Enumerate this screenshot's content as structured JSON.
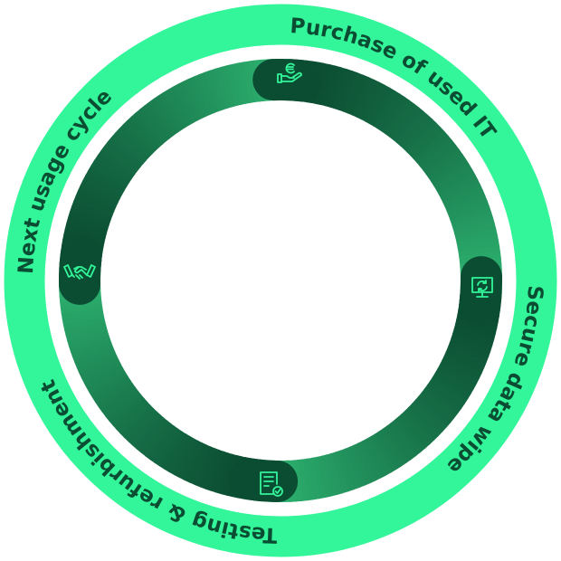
{
  "colors": {
    "outer_ring": "#33f59a",
    "label_text": "#0b4d32",
    "ring_dark": "#0a4a30",
    "ring_light": "#2fb874",
    "icon": "#33f59a"
  },
  "stages": [
    {
      "label": "Purchase of used IT",
      "icon": "euro-hand-icon"
    },
    {
      "label": "Secure data wipe",
      "icon": "monitor-refresh-icon"
    },
    {
      "label": "Testing & refurbishment",
      "icon": "checklist-document-icon"
    },
    {
      "label": "Next usage cycle",
      "icon": "handshake-icon"
    }
  ]
}
